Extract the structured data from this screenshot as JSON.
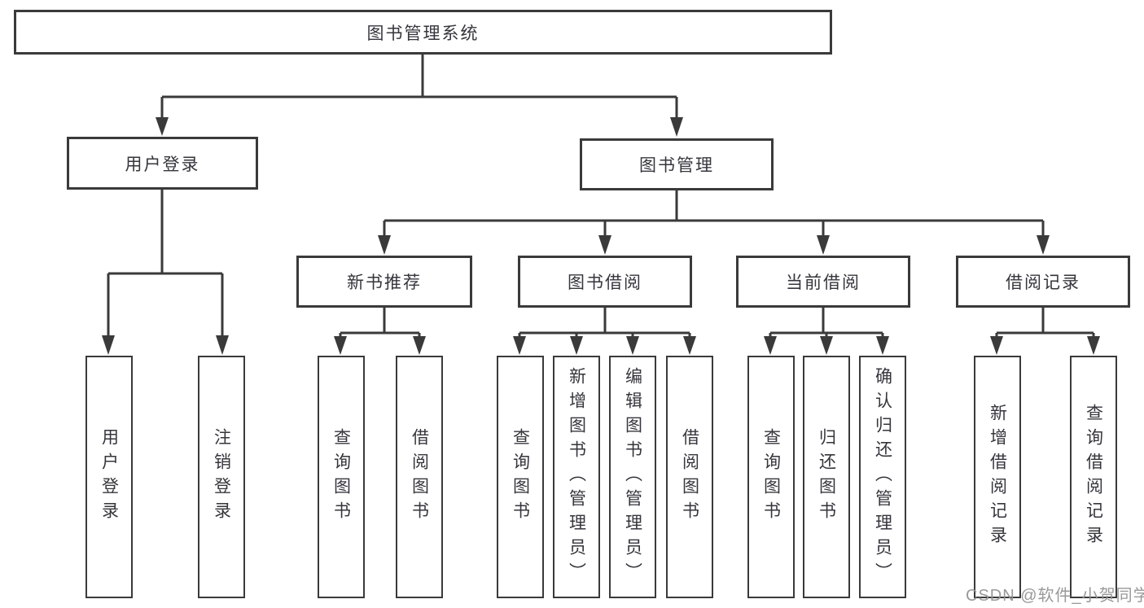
{
  "diagram": {
    "title_node": {
      "label": "图书管理系统"
    },
    "level2": [
      {
        "id": "user-login",
        "label": "用户登录"
      },
      {
        "id": "book-management",
        "label": "图书管理"
      }
    ],
    "level3": [
      {
        "id": "new-book-recommend",
        "label": "新书推荐",
        "parent": "图书管理"
      },
      {
        "id": "book-borrowing",
        "label": "图书借阅",
        "parent": "图书管理"
      },
      {
        "id": "current-borrowing",
        "label": "当前借阅",
        "parent": "图书管理"
      },
      {
        "id": "borrowing-records",
        "label": "借阅记录",
        "parent": "图书管理"
      }
    ],
    "leaves": [
      {
        "label": "用户登录",
        "parent": "用户登录"
      },
      {
        "label": "注销登录",
        "parent": "用户登录"
      },
      {
        "label": "查询图书",
        "parent": "新书推荐"
      },
      {
        "label": "借阅图书",
        "parent": "新书推荐"
      },
      {
        "label": "查询图书",
        "parent": "图书借阅"
      },
      {
        "label": "新增图书（管理员）",
        "parent": "图书借阅"
      },
      {
        "label": "编辑图书（管理员）",
        "parent": "图书借阅"
      },
      {
        "label": "借阅图书",
        "parent": "图书借阅"
      },
      {
        "label": "查询图书",
        "parent": "当前借阅"
      },
      {
        "label": "归还图书",
        "parent": "当前借阅"
      },
      {
        "label": "确认归还（管理员）",
        "parent": "当前借阅"
      },
      {
        "label": "新增借阅记录",
        "parent": "借阅记录"
      },
      {
        "label": "查询借阅记录",
        "parent": "借阅记录"
      }
    ],
    "watermark": "CSDN @软件_小贺同学",
    "colors": {
      "line": "#3a3a3a",
      "text": "#35363c",
      "box_background": "#ffffff",
      "watermark": "#949494",
      "background": "#ffffff"
    }
  }
}
